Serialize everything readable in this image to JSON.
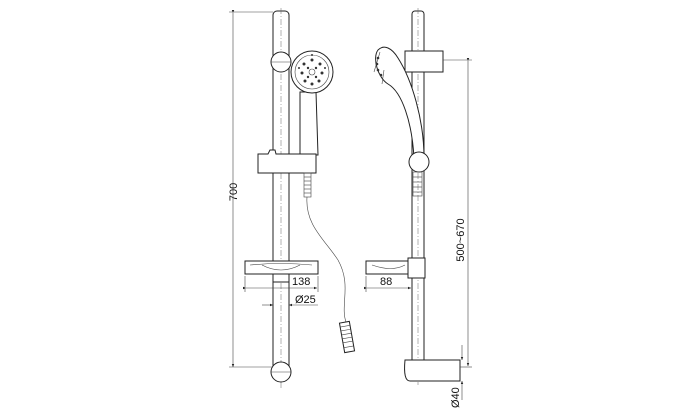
{
  "drawing": {
    "front_view": {
      "height_label": "700",
      "soap_dish_width_label": "138",
      "rail_diameter_label": "Ø25"
    },
    "side_view": {
      "adjust_range_label": "500~670",
      "soap_dish_depth_label": "88",
      "bracket_diameter_label": "Ø40"
    }
  }
}
